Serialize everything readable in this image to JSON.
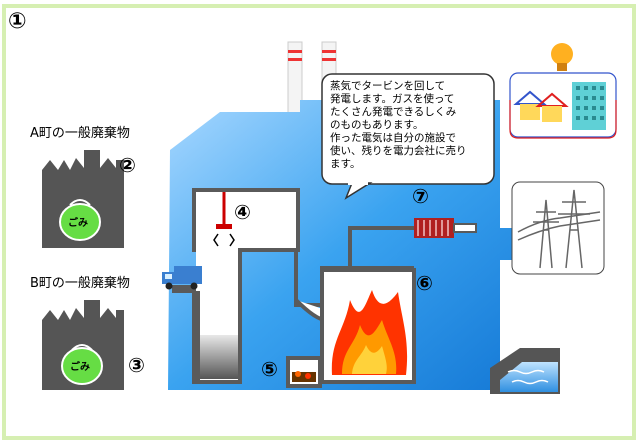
{
  "diagram": {
    "panel_number": "①",
    "town_a_label": "A町の一般廃棄物",
    "town_b_label": "B町の一般廃棄物",
    "garbage_bag_label_a": "ごみ",
    "garbage_bag_label_b": "ごみ",
    "markers": {
      "m2": "②",
      "m3": "③",
      "m4": "④",
      "m5": "⑤",
      "m6": "⑥",
      "m7": "⑦"
    },
    "callout_lines": [
      "蒸気でタービンを回して",
      "発電します。ガスを使って",
      "たくさん発電できるしくみ",
      "のものもあります。",
      "作った電気は自分の施設で",
      "使い、残りを電力会社に売り",
      "ます。"
    ],
    "colors": {
      "frame": "#d6efb2",
      "building_blue": "#2f9be8",
      "building_light": "#cfe9ff",
      "pipe_gray": "#5a5a5a",
      "fire_red": "#ff3300",
      "fire_orange": "#ff9900",
      "factory_gray": "#555555",
      "bag_green": "#66dd44"
    },
    "icons": [
      "garbage-truck-icon",
      "crane-claw-icon",
      "light-bulb-icon",
      "power-tower-icon",
      "turbine-icon"
    ]
  }
}
